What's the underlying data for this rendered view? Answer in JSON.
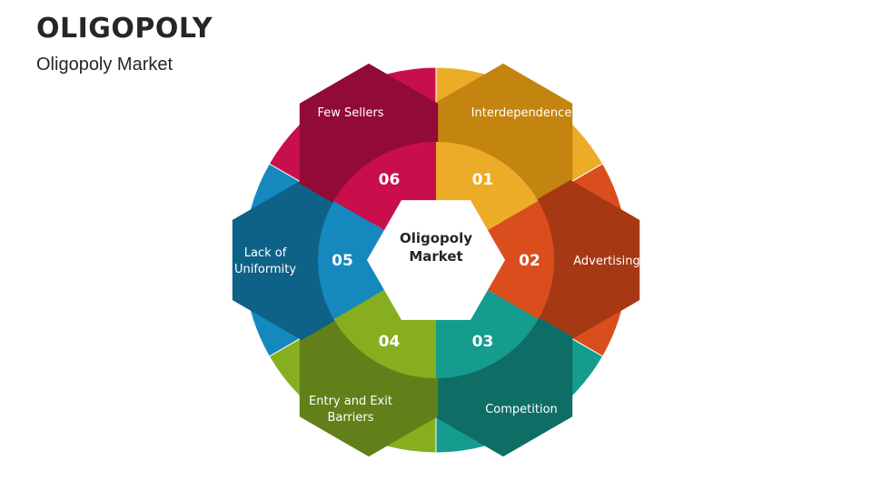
{
  "header": {
    "title": "OLIGOPOLY",
    "subtitle": "Oligopoly Market"
  },
  "center": {
    "line1": "Oligopoly",
    "line2": "Market"
  },
  "segments": [
    {
      "number": "01",
      "lines": [
        "Interdependence"
      ],
      "colors": {
        "outer": "#ECAC28",
        "hex": "#C3850F",
        "inner": "#ECAC28"
      }
    },
    {
      "number": "02",
      "lines": [
        "Advertising"
      ],
      "colors": {
        "outer": "#DA4E1E",
        "hex": "#A73814",
        "inner": "#DA4E1E"
      }
    },
    {
      "number": "03",
      "lines": [
        "Competition"
      ],
      "colors": {
        "outer": "#149C8E",
        "hex": "#0E6E66",
        "inner": "#149C8E"
      }
    },
    {
      "number": "04",
      "lines": [
        "Entry and Exit",
        "Barriers"
      ],
      "colors": {
        "outer": "#86AE1E",
        "hex": "#62801A",
        "inner": "#86AE1E"
      }
    },
    {
      "number": "05",
      "lines": [
        "Lack of",
        "Uniformity"
      ],
      "colors": {
        "outer": "#1589BE",
        "hex": "#0E6288",
        "inner": "#1589BE"
      }
    },
    {
      "number": "06",
      "lines": [
        "Few Sellers"
      ],
      "colors": {
        "outer": "#C90E4C",
        "hex": "#920A38",
        "inner": "#C90E4C"
      }
    }
  ]
}
